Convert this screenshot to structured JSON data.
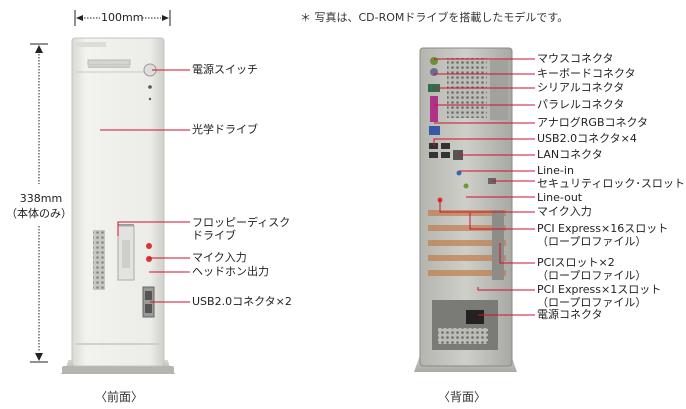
{
  "note": "＊ 写真は、CD-ROMドライブを搭載したモデルです。",
  "front": {
    "width_dim": "100mm",
    "height_dim": "338mm",
    "height_note": "（本体のみ）",
    "caption": "〈前面〉",
    "labels": [
      "電源スイッチ",
      "光学ドライブ",
      "フロッピーディスク\nドライブ",
      "マイク入力",
      "ヘッドホン出力",
      "USB2.0コネクタ×2"
    ]
  },
  "back": {
    "caption": "〈背面〉",
    "labels": [
      "マウスコネクタ",
      "キーボードコネクタ",
      "シリアルコネクタ",
      "パラレルコネクタ",
      "アナログRGBコネクタ",
      "USB2.0コネクタ×4",
      "LANコネクタ",
      "Line-in",
      "セキュリティロック･スロット",
      "Line-out",
      "マイク入力",
      "PCI Express×16スロット\n（ロープロファイル）",
      "PCIスロット×2\n（ロープロファイル）",
      "PCI Express×1スロット\n（ロープロファイル）",
      "電源コネクタ"
    ]
  },
  "colors": {
    "leader": "#d0102b",
    "dim": "#222222",
    "case": "#eeeeea"
  }
}
